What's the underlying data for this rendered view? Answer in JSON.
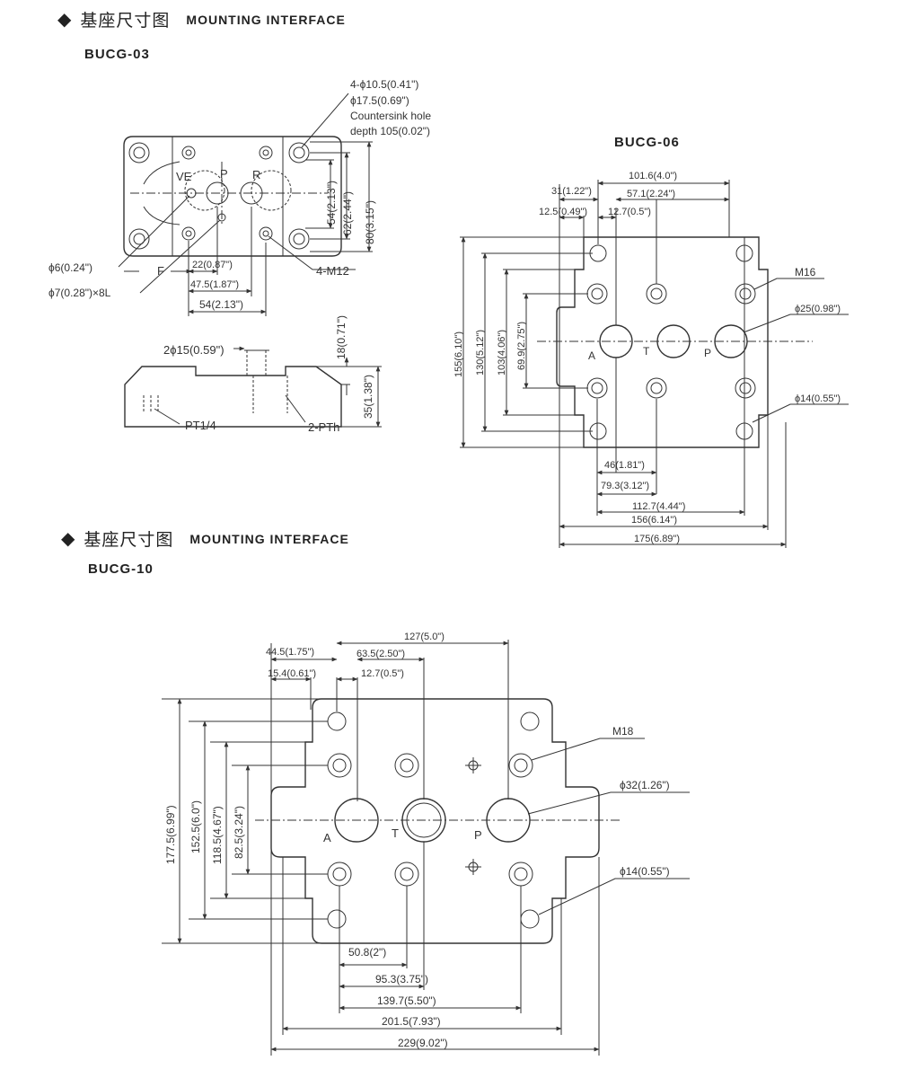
{
  "sections": [
    {
      "diamond": "◆",
      "title_cn": "基座尺寸图",
      "title_en": "MOUNTING INTERFACE"
    },
    {
      "diamond": "◆",
      "title_cn": "基座尺寸图",
      "title_en": "MOUNTING INTERFACE"
    }
  ],
  "models": {
    "bucg03": "BUCG-03",
    "bucg06": "BUCG-06",
    "bucg10": "BUCG-10"
  },
  "bucg03": {
    "note_holes": "4-ϕ10.5(0.41\")",
    "note_cbore": "ϕ17.5(0.69\")",
    "note_countersink": "Countersink hole",
    "note_depth": "depth 105(0.02\")",
    "port_ve": "VE",
    "port_p": "P",
    "port_r": "R",
    "dim_54v": "54(2.13\")",
    "dim_62v": "62(2.44\")",
    "dim_80v": "80(3.15\")",
    "dim_phi6": "ϕ6(0.24\")",
    "dim_phi7": "ϕ7(0.28\")×8L",
    "label_f": "F",
    "dim_22": "22(0.87\")",
    "dim_47": "47.5(1.87\")",
    "dim_54h": "54(2.13\")",
    "label_m12": "4-M12",
    "dim_2phi15": "2ϕ15(0.59\")",
    "dim_18": "18(0.71\")",
    "dim_35": "35(1.38\")",
    "label_pt14": "PT1/4",
    "label_2pth": "2-PTh"
  },
  "bucg06": {
    "dim_101": "101.6(4.0\")",
    "dim_31": "31(1.22\")",
    "dim_57": "57.1(2.24\")",
    "dim_125": "12.5(0.49\")",
    "dim_127": "12.7(0.5\")",
    "label_m16": "M16",
    "dim_phi25": "ϕ25(0.98\")",
    "dim_phi14": "ϕ14(0.55\")",
    "dim_155": "155(6.10\")",
    "dim_130": "130(5.12\")",
    "dim_103": "103(4.06\")",
    "dim_699": "69.9(2.75\")",
    "port_a": "A",
    "port_t": "T",
    "port_p": "P",
    "dim_46": "46(1.81\")",
    "dim_793": "79.3(3.12\")",
    "dim_1127": "112.7(4.44\")",
    "dim_156": "156(6.14\")",
    "dim_175": "175(6.89\")"
  },
  "bucg10": {
    "dim_127": "127(5.0\")",
    "dim_445": "44.5(1.75\")",
    "dim_635": "63.5(2.50\")",
    "dim_154": "15.4(0.61\")",
    "dim_127b": "12.7(0.5\")",
    "label_m18": "M18",
    "dim_phi32": "ϕ32(1.26\")",
    "dim_phi14": "ϕ14(0.55\")",
    "dim_1775": "177.5(6.99\")",
    "dim_1525": "152.5(6.0\")",
    "dim_1185": "118.5(4.67\")",
    "dim_825": "82.5(3.24\")",
    "port_a": "A",
    "port_t": "T",
    "port_p": "P",
    "dim_508": "50.8(2\")",
    "dim_953": "95.3(3.75\")",
    "dim_1397": "139.7(5.50\")",
    "dim_2015": "201.5(7.93\")",
    "dim_229": "229(9.02\")"
  }
}
